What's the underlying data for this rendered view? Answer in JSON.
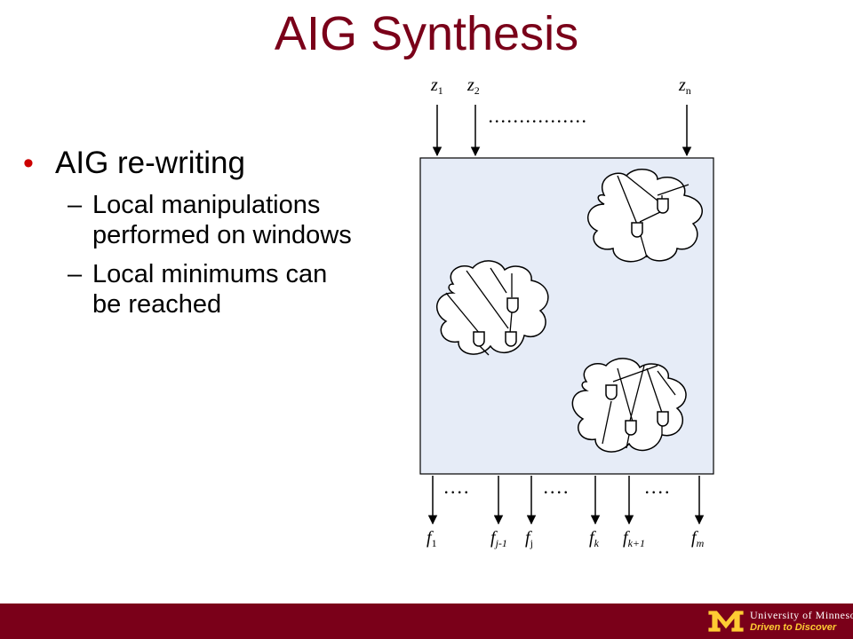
{
  "slide": {
    "title": "AIG Synthesis",
    "bullets": [
      {
        "text": "AIG re-writing",
        "subitems": [
          "Local manipulations performed on windows",
          "Local minimums can be reached"
        ]
      }
    ],
    "bullet_symbol": "•",
    "dash_symbol": "–"
  },
  "diagram": {
    "inputs": [
      {
        "base": "z",
        "sub": "1"
      },
      {
        "base": "z",
        "sub": "2"
      },
      {
        "base": "z",
        "sub": "n"
      }
    ],
    "input_ellipsis": "................",
    "outputs": [
      {
        "base": "f",
        "sub": "1"
      },
      {
        "base": "f",
        "sub": "j-1"
      },
      {
        "base": "f",
        "sub": "j"
      },
      {
        "base": "f",
        "sub": "k"
      },
      {
        "base": "f",
        "sub": "k+1"
      },
      {
        "base": "f",
        "sub": "m"
      }
    ],
    "output_ellipsis": "....",
    "box_fill": "#e6ecf7",
    "window_count": 3
  },
  "footer": {
    "color": "#7a0019",
    "university": "University of Minnesota",
    "tagline": "Driven to Discover",
    "tagline_color": "#ffcc33"
  }
}
